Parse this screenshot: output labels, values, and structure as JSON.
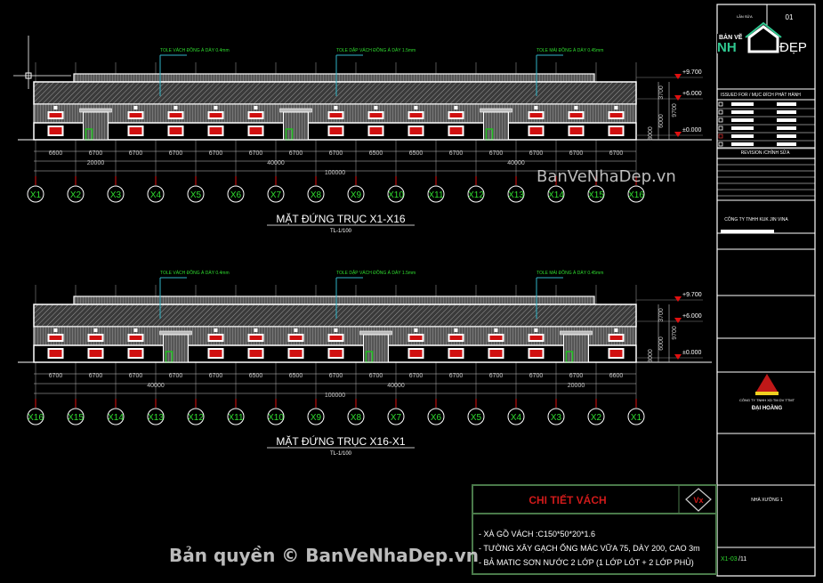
{
  "colors": {
    "bg": "#000000",
    "line": "#ffffff",
    "grid": "#8a8a8a",
    "axis_bubble": "#2fdc2f",
    "dim": "#c8c8c8",
    "leader": "#2fb5c8",
    "label": "#2fdc2f",
    "window": "#d01010",
    "door": "#20c020",
    "level": "#e01010",
    "title_red": "#d01a1a"
  },
  "elevations": [
    {
      "title": "MẶT ĐỨNG TRỤC X1-X16",
      "scale": "TL-1/100",
      "axes": [
        "X1",
        "X2",
        "X3",
        "X4",
        "X5",
        "X6",
        "X7",
        "X8",
        "X9",
        "X10",
        "X11",
        "X12",
        "X13",
        "X14",
        "X15",
        "X16"
      ],
      "bays": [
        "6600",
        "6700",
        "6700",
        "6700",
        "6700",
        "6700",
        "6700",
        "6700",
        "6500",
        "6500",
        "6700",
        "6700",
        "6700",
        "6700",
        "6700"
      ],
      "segments": [
        {
          "label": "20000",
          "bays": 3
        },
        {
          "label": "40000",
          "bays": 6
        },
        {
          "label": "40000",
          "bays": 6
        }
      ],
      "total": "100000",
      "doors_at_bays": [
        1,
        6,
        11
      ],
      "labels": [
        "TOLE VÁCH ĐỒNG Á DÀY 0.4mm",
        "TOLE DẬP VÁCH ĐỒNG Á DÀY 1.5mm",
        "TOLE MÁI ĐỒNG Á DÀY 0.45mm"
      ],
      "levels": [
        "+9.700",
        "+6.000",
        "±0.000"
      ],
      "heights": [
        "3700",
        "9700",
        "6000",
        "3000"
      ]
    },
    {
      "title": "MẶT ĐỨNG TRỤC X16-X1",
      "scale": "TL-1/100",
      "axes": [
        "X16",
        "X15",
        "X14",
        "X13",
        "X12",
        "X11",
        "X10",
        "X9",
        "X8",
        "X7",
        "X6",
        "X5",
        "X4",
        "X3",
        "X2",
        "X1"
      ],
      "bays": [
        "6700",
        "6700",
        "6700",
        "6700",
        "6700",
        "6500",
        "6500",
        "6700",
        "6700",
        "6700",
        "6700",
        "6700",
        "6700",
        "6700",
        "6600"
      ],
      "segments": [
        {
          "label": "40000",
          "bays": 6
        },
        {
          "label": "40000",
          "bays": 6
        },
        {
          "label": "20000",
          "bays": 3
        }
      ],
      "total": "100000",
      "doors_at_bays": [
        3,
        8,
        13
      ],
      "labels": [
        "TOLE VÁCH ĐỒNG Á DÀY 0.4mm",
        "TOLE DẬP VÁCH ĐỒNG Á DÀY 1.5mm",
        "TOLE MÁI ĐỒNG Á DÀY 0.45mm"
      ],
      "levels": [
        "+9.700",
        "+6.000",
        "±0.000"
      ],
      "heights": [
        "3700",
        "9700",
        "6000",
        "3000"
      ]
    }
  ],
  "title_block": {
    "revision_no_label": "LẦN SỬA",
    "revision_no": "01",
    "issued_for": "ISSUED FOR / MỤC ĐÍCH PHÁT HÀNH",
    "revision": "REVISION /CHỈNH SỬA",
    "client": "CÔNG TY TNHH KUK JIN VINA",
    "contractor_line1": "CÔNG TY TNHH XD TM DV TTMT",
    "contractor_line2": "ĐẠI HOÀNG",
    "project": "NHÀ XƯỞNG 1",
    "sheet_code": "X1-03",
    "sheet_total": "/11"
  },
  "logo": {
    "line1": "BẢN VẼ",
    "line2": "NH",
    "line3": "ĐẸP"
  },
  "detail": {
    "title": "CHI TIẾT VÁCH",
    "symbol": "Vx",
    "notes": [
      "- XÀ GỒ VÁCH :C150*50*20*1.6",
      "- TƯỜNG XÂY GẠCH ỐNG MÁC VỮA 75, DÀY 200, CAO 3m",
      "- BẢ MATIC SƠN NƯỚC 2 LỚP (1 LỚP LÓT + 2 LỚP PHỦ)"
    ]
  },
  "watermarks": {
    "top": "BanVeNhaDep.vn",
    "bottom": "Bản quyền © BanVeNhaDep.vn"
  }
}
